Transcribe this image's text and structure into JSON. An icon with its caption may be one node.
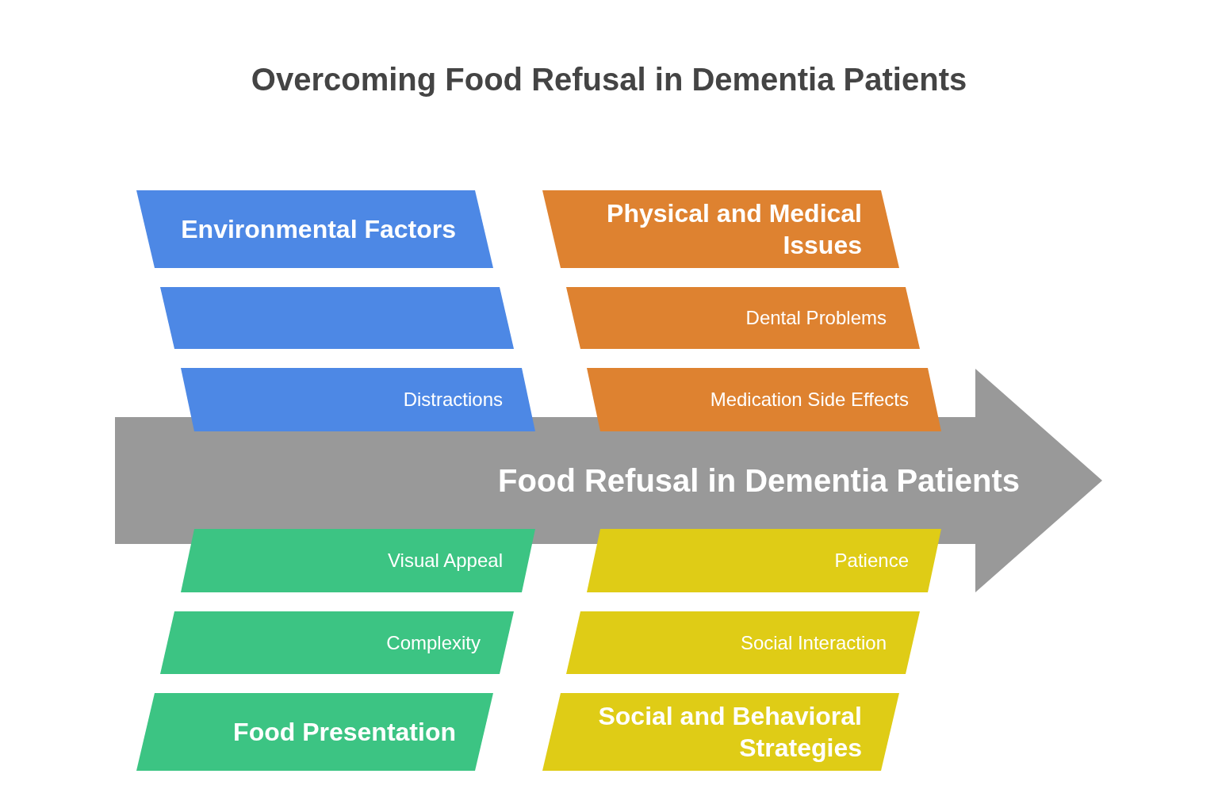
{
  "diagram": {
    "title": "Overcoming Food Refusal in Dementia Patients",
    "nodes": [
      {
        "text": [
          "Environmental Factors"
        ]
      },
      {
        "text": [
          "Physical and Medical Issues"
        ]
      },
      {
        "text": [],
        "shape": "box"
      },
      {
        "text": [
          "Dental Problems"
        ]
      },
      {
        "text": [
          "Distractions"
        ]
      },
      {
        "text": [
          "Medication Side Effects"
        ]
      },
      {
        "text": [
          "Food Refusal in Dementia Patients"
        ]
      },
      {
        "text": [
          "Visual Appeal"
        ]
      },
      {
        "text": [
          "Patience"
        ]
      },
      {
        "text": [
          "Complexity"
        ]
      },
      {
        "text": [
          "Social Interaction"
        ]
      },
      {
        "text": [
          "Food Presentation"
        ]
      },
      {
        "text": [
          "Social and Behavioral Strategies"
        ]
      }
    ],
    "edges": []
  }
}
